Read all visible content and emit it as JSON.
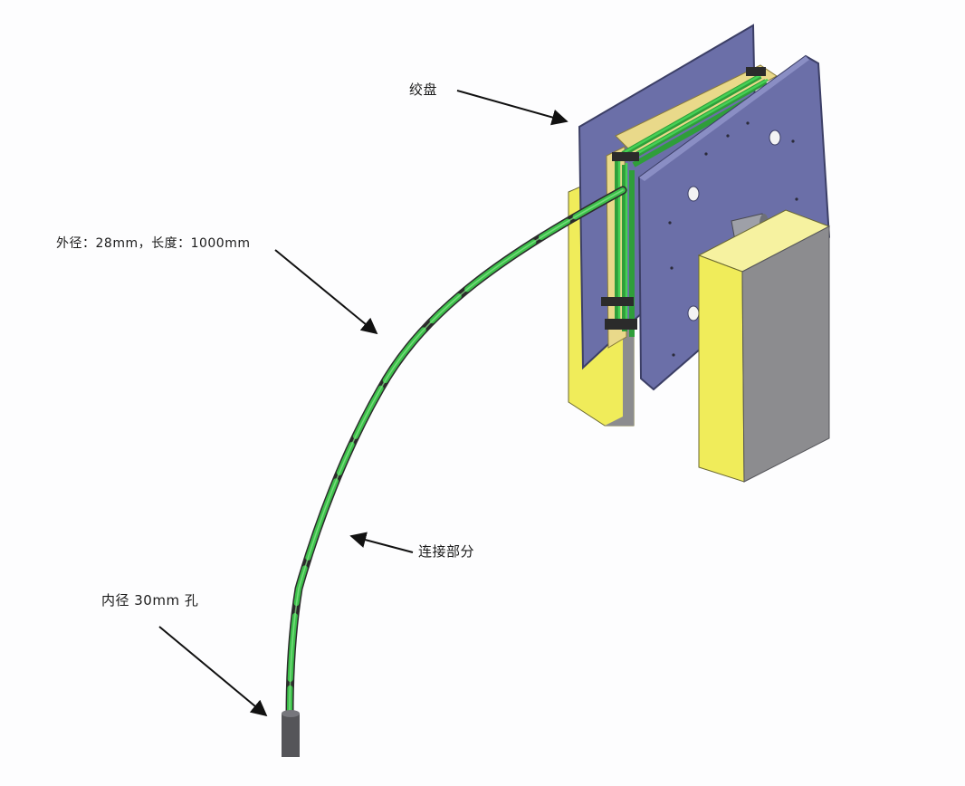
{
  "labels": {
    "reel": "绞盘",
    "cable_spec": "外径：28mm，长度：1000mm",
    "joint": "连接部分",
    "hole": "内径 30mm 孔"
  },
  "colors": {
    "plate": "#6b6fa8",
    "plate_edge": "#3c3f66",
    "block_yellow": "#f0ec5a",
    "block_gray": "#8c8c8f",
    "cable_green": "#3cc04a",
    "cable_dark": "#2b2b2b",
    "frame_wood": "#e9d98a",
    "pipe": "#555559"
  }
}
